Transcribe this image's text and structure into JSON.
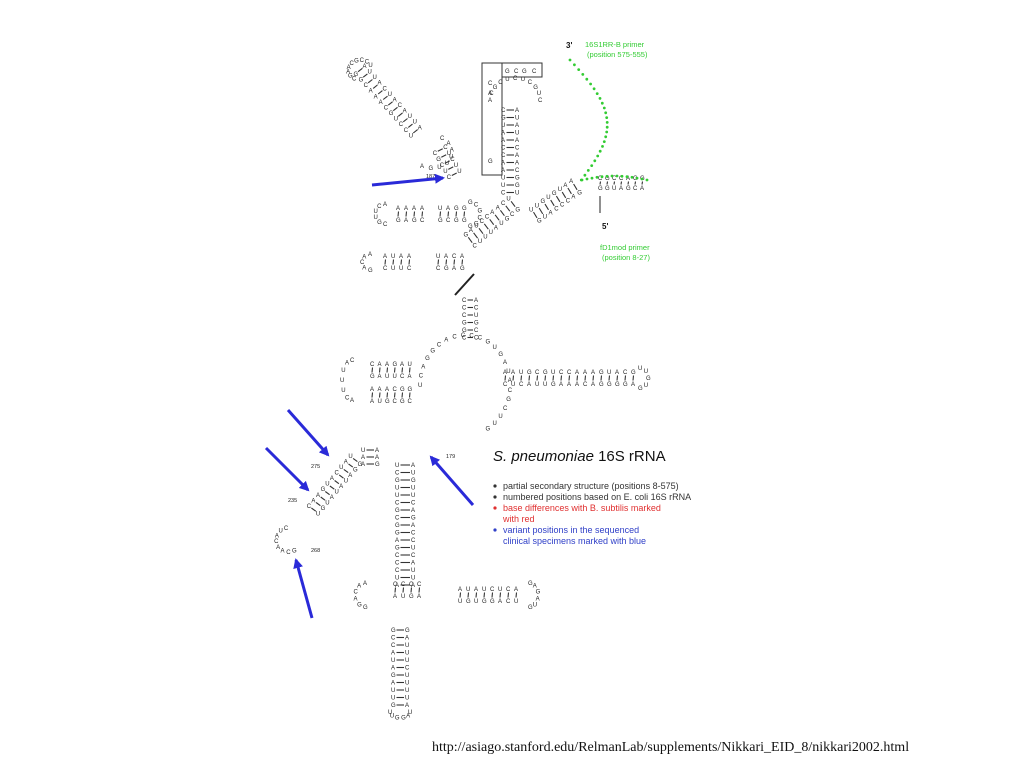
{
  "legend": {
    "title_species": "S. pneumoniae",
    "title_rest": " 16S rRNA",
    "items": [
      {
        "text": "partial secondary structure (positions 8-575)",
        "color": "#333333"
      },
      {
        "text": "numbered positions based on E. coli 16S rRNA",
        "color": "#333333"
      },
      {
        "text": "base differences with B. subtilis marked",
        "color": "#e03030"
      },
      {
        "text": "with red",
        "color": "#e03030",
        "continuation": true
      },
      {
        "text": "variant positions in the sequenced",
        "color": "#3040c8"
      },
      {
        "text": "clinical specimens marked with blue",
        "color": "#3040c8",
        "continuation": true
      }
    ]
  },
  "primers": {
    "reverse": {
      "label": "16S1RR-B primer",
      "position": "(position 575-555)",
      "end": "3'"
    },
    "forward": {
      "label": "fD1mod primer",
      "position": "(position 8-27)",
      "end": "5'"
    },
    "color": "#33cc33"
  },
  "position_labels": [
    "187",
    "179",
    "275",
    "235",
    "268"
  ],
  "colors": {
    "base": "#222222",
    "difference": "#e03030",
    "variant": "#3040c8",
    "arrow": "#2a2ad8",
    "primer": "#33cc33"
  },
  "source_url": "http://asiago.stanford.edu/RelmanLab/supplements/Nikkari_EID_8/nikkari2002.html"
}
